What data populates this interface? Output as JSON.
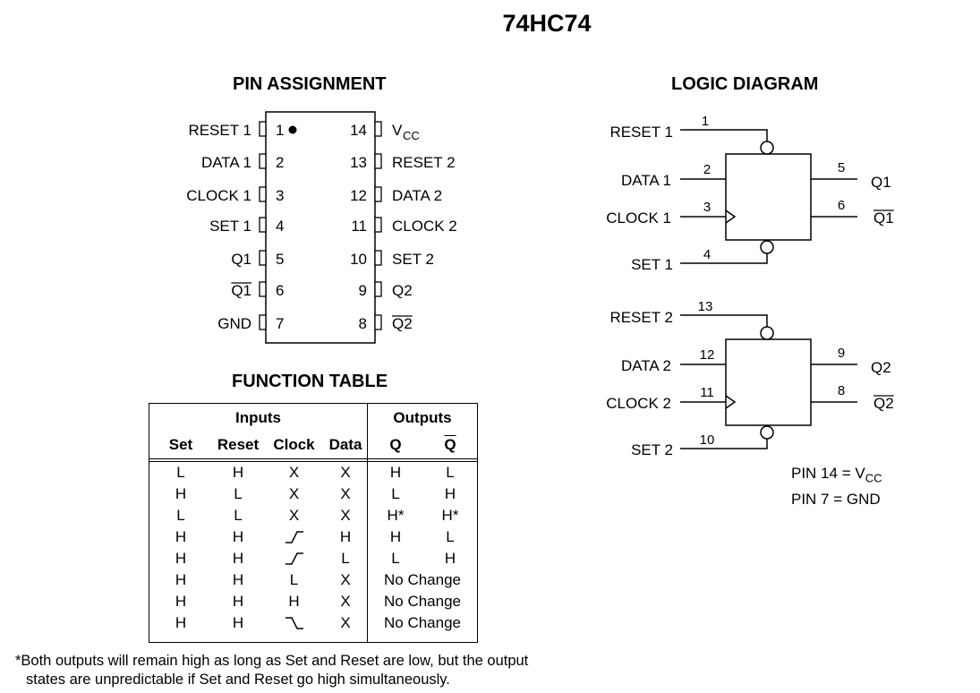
{
  "title": "74HC74",
  "pin_assignment": {
    "heading": "PIN ASSIGNMENT",
    "left": [
      {
        "num": "1",
        "label": "RESET 1"
      },
      {
        "num": "2",
        "label": "DATA 1"
      },
      {
        "num": "3",
        "label": "CLOCK 1"
      },
      {
        "num": "4",
        "label": "SET 1"
      },
      {
        "num": "5",
        "label": "Q1"
      },
      {
        "num": "6",
        "label": "Q1",
        "overline": true
      },
      {
        "num": "7",
        "label": "GND"
      }
    ],
    "right": [
      {
        "num": "14",
        "label": "V",
        "sub": "CC"
      },
      {
        "num": "13",
        "label": "RESET 2"
      },
      {
        "num": "12",
        "label": "DATA 2"
      },
      {
        "num": "11",
        "label": "CLOCK 2"
      },
      {
        "num": "10",
        "label": "SET 2"
      },
      {
        "num": "9",
        "label": "Q2"
      },
      {
        "num": "8",
        "label": "Q2",
        "overline": true
      }
    ]
  },
  "logic_diagram": {
    "heading": "LOGIC DIAGRAM",
    "ff1": {
      "reset": {
        "label": "RESET 1",
        "pin": "1"
      },
      "data": {
        "label": "DATA 1",
        "pin": "2"
      },
      "clock": {
        "label": "CLOCK 1",
        "pin": "3"
      },
      "set": {
        "label": "SET 1",
        "pin": "4"
      },
      "q": {
        "label": "Q1",
        "pin": "5"
      },
      "qbar": {
        "label": "Q1",
        "pin": "6"
      }
    },
    "ff2": {
      "reset": {
        "label": "RESET 2",
        "pin": "13"
      },
      "data": {
        "label": "DATA 2",
        "pin": "12"
      },
      "clock": {
        "label": "CLOCK 2",
        "pin": "11"
      },
      "set": {
        "label": "SET 2",
        "pin": "10"
      },
      "q": {
        "label": "Q2",
        "pin": "9"
      },
      "qbar": {
        "label": "Q2",
        "pin": "8"
      }
    },
    "pin_notes": {
      "vcc_prefix": "PIN 14 = V",
      "vcc_sub": "CC",
      "gnd": "PIN 7 = GND"
    }
  },
  "function_table": {
    "heading": "FUNCTION TABLE",
    "inputs_label": "Inputs",
    "outputs_label": "Outputs",
    "columns": [
      "Set",
      "Reset",
      "Clock",
      "Data",
      "Q",
      "Q"
    ],
    "rows": [
      {
        "set": "L",
        "reset": "H",
        "clock": "X",
        "data": "X",
        "q": "H",
        "qbar": "L"
      },
      {
        "set": "H",
        "reset": "L",
        "clock": "X",
        "data": "X",
        "q": "L",
        "qbar": "H"
      },
      {
        "set": "L",
        "reset": "L",
        "clock": "X",
        "data": "X",
        "q": "H*",
        "qbar": "H*"
      },
      {
        "set": "H",
        "reset": "H",
        "clock": "rising-edge",
        "data": "H",
        "q": "H",
        "qbar": "L"
      },
      {
        "set": "H",
        "reset": "H",
        "clock": "rising-edge",
        "data": "L",
        "q": "L",
        "qbar": "H"
      },
      {
        "set": "H",
        "reset": "H",
        "clock": "L",
        "data": "X",
        "out": "No Change"
      },
      {
        "set": "H",
        "reset": "H",
        "clock": "H",
        "data": "X",
        "out": "No Change"
      },
      {
        "set": "H",
        "reset": "H",
        "clock": "falling-edge",
        "data": "X",
        "out": "No Change"
      }
    ],
    "footnote_line1": "*Both outputs will remain high as long as Set and Reset are low, but the output",
    "footnote_line2": "states are unpredictable if Set and Reset go high simultaneously."
  }
}
